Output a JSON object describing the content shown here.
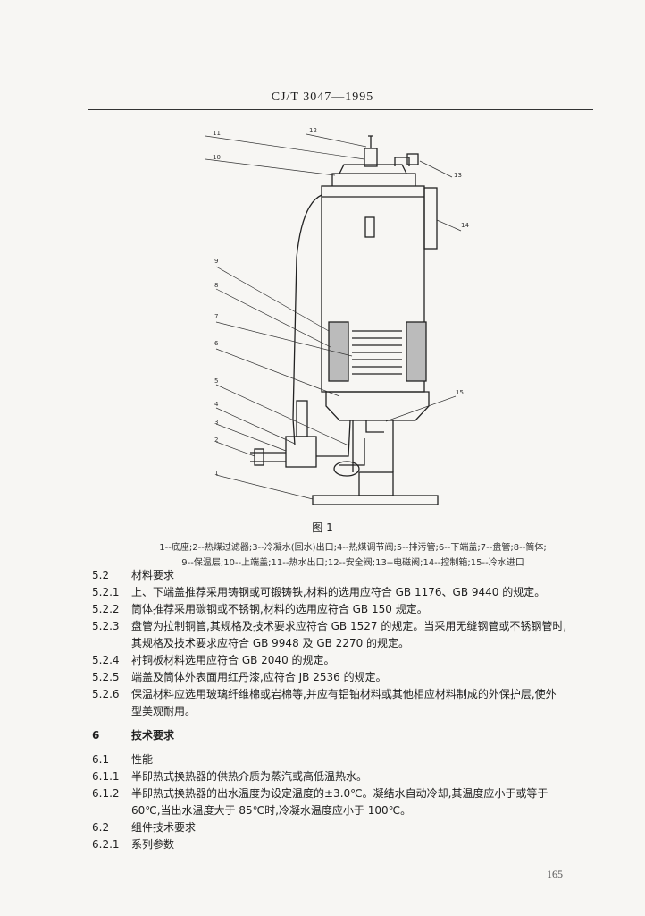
{
  "header": {
    "standard": "CJ/T 3047—1995"
  },
  "figure": {
    "title": "图 1",
    "part_numbers": [
      "1",
      "2",
      "3",
      "4",
      "5",
      "6",
      "7",
      "8",
      "9",
      "10",
      "11",
      "12",
      "13",
      "14",
      "15"
    ],
    "legend_line1": "1--底座;2--热煤过滤器;3--冷凝水(回水)出口;4--热煤调节阀;5--排污管;6--下端盖;7--盘管;8--筒体;",
    "legend_line2": "9--保温层;10--上端盖;11--热水出口;12--安全阀;13--电磁阀;14--控制箱;15--冷水进口"
  },
  "body": [
    {
      "num": "5.2",
      "text": "材料要求"
    },
    {
      "num": "5.2.1",
      "text": "上、下端盖推荐采用铸钢或可锻铸铁,材料的选用应符合 GB 1176、GB 9440 的规定。"
    },
    {
      "num": "5.2.2",
      "text": "筒体推荐采用碳钢或不锈钢,材料的选用应符合 GB 150 规定。"
    },
    {
      "num": "5.2.3",
      "text": "盘管为拉制铜管,其规格及技术要求应符合 GB 1527 的规定。当采用无缝钢管或不锈钢管时,"
    },
    {
      "num": "",
      "text": "其规格及技术要求应符合 GB 9948 及 GB 2270 的规定。"
    },
    {
      "num": "5.2.4",
      "text": "衬铜板材料选用应符合 GB 2040 的规定。"
    },
    {
      "num": "5.2.5",
      "text": "端盖及筒体外表面用红丹漆,应符合 JB 2536 的规定。"
    },
    {
      "num": "5.2.6",
      "text": "保温材料应选用玻璃纤维棉或岩棉等,并应有铝铂材料或其他相应材料制成的外保护层,使外"
    },
    {
      "num": "",
      "text": "型美观耐用。"
    },
    {
      "num": "6",
      "text": "技术要求",
      "section": true
    },
    {
      "num": "6.1",
      "text": "性能",
      "gap": true
    },
    {
      "num": "6.1.1",
      "text": "半即热式换热器的供热介质为蒸汽或高低温热水。"
    },
    {
      "num": "6.1.2",
      "text": "半即热式换热器的出水温度为设定温度的±3.0℃。凝结水自动冷却,其温度应小于或等于"
    },
    {
      "num": "",
      "text": "60℃,当出水温度大于 85℃时,冷凝水温度应小于 100℃。"
    },
    {
      "num": "6.2",
      "text": "组件技术要求"
    },
    {
      "num": "6.2.1",
      "text": "系列参数"
    }
  ],
  "page_number": "165"
}
